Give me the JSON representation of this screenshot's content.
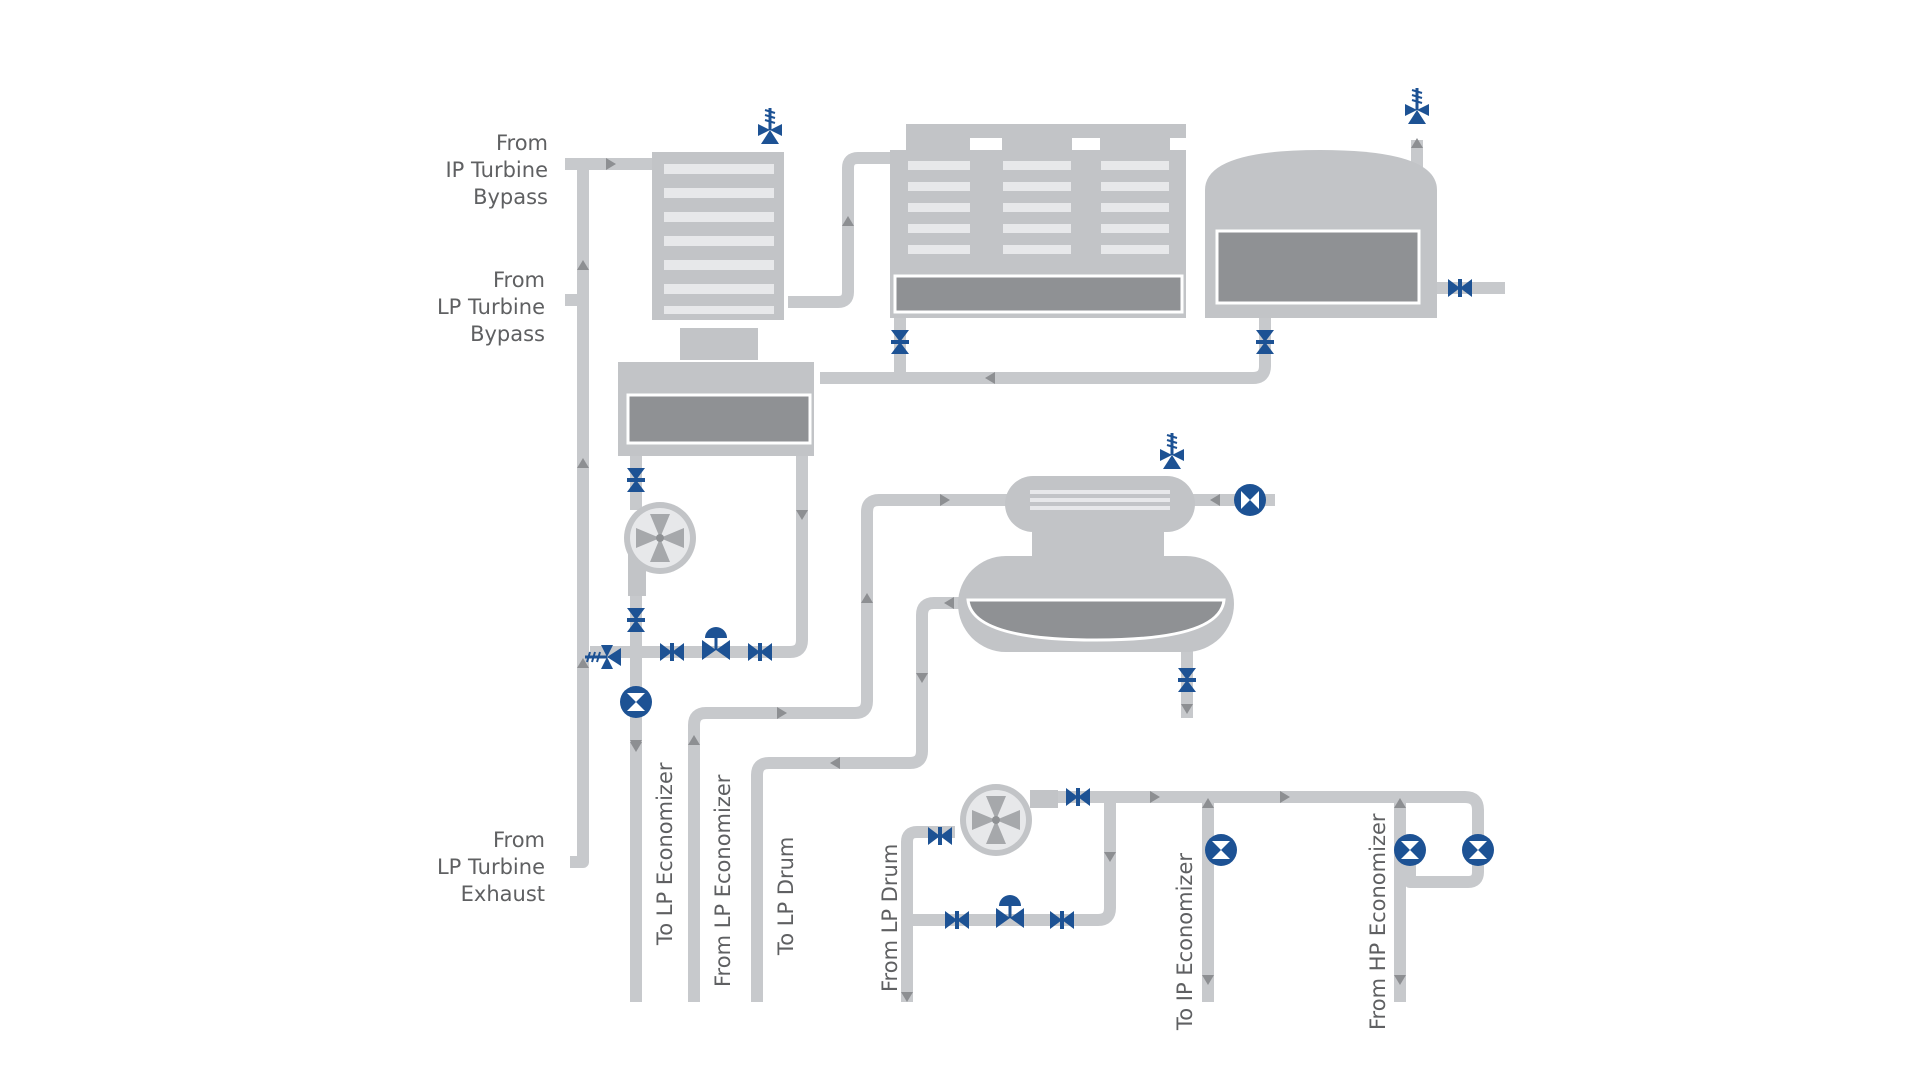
{
  "labels": {
    "from_ip_turbine_bypass": [
      "From",
      "IP Turbine",
      "Bypass"
    ],
    "from_lp_turbine_bypass": [
      "From",
      "LP Turbine",
      "Bypass"
    ],
    "from_lp_turbine_exhaust": [
      "From",
      "LP Turbine",
      "Exhaust"
    ],
    "to_lp_economizer": "To LP Economizer",
    "from_lp_economizer": "From LP Economizer",
    "to_lp_drum": "To LP Drum",
    "from_lp_drum": "From LP Drum",
    "to_ip_economizer": "To IP Economizer",
    "from_hp_economizer": "From HP Economizer"
  },
  "colors": {
    "pipe": "#c7c9cc",
    "equipment": "#c2c4c7",
    "panel": "#8f9194",
    "valve": "#1d5294",
    "text": "#5f6062"
  },
  "icons": [
    "gate-valve-icon",
    "control-valve-icon",
    "check-valve-icon",
    "relief-valve-icon",
    "pump-icon",
    "flow-arrow-icon"
  ]
}
